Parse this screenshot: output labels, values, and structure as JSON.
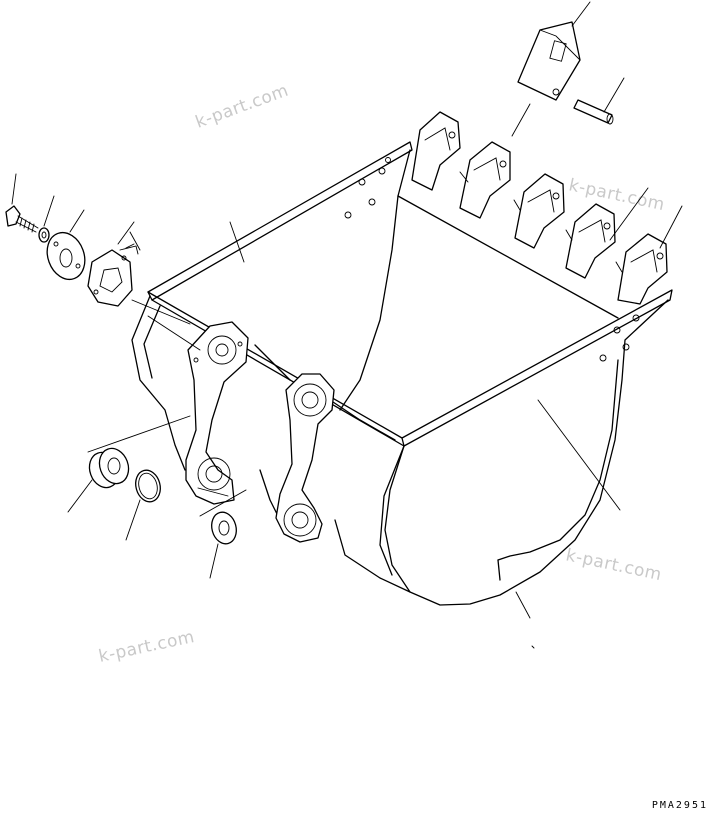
{
  "watermarks": {
    "w1": "k-part.com",
    "w2": "k-part.com",
    "w3": "k-part.com",
    "w4": "k-part.com"
  },
  "drawing_code": "PMA2951",
  "parts": [
    "bucket",
    "tooth",
    "tooth-pin",
    "bolt",
    "washer",
    "hub",
    "shim",
    "bushing",
    "o-ring",
    "link-plate",
    "side-cutter"
  ]
}
